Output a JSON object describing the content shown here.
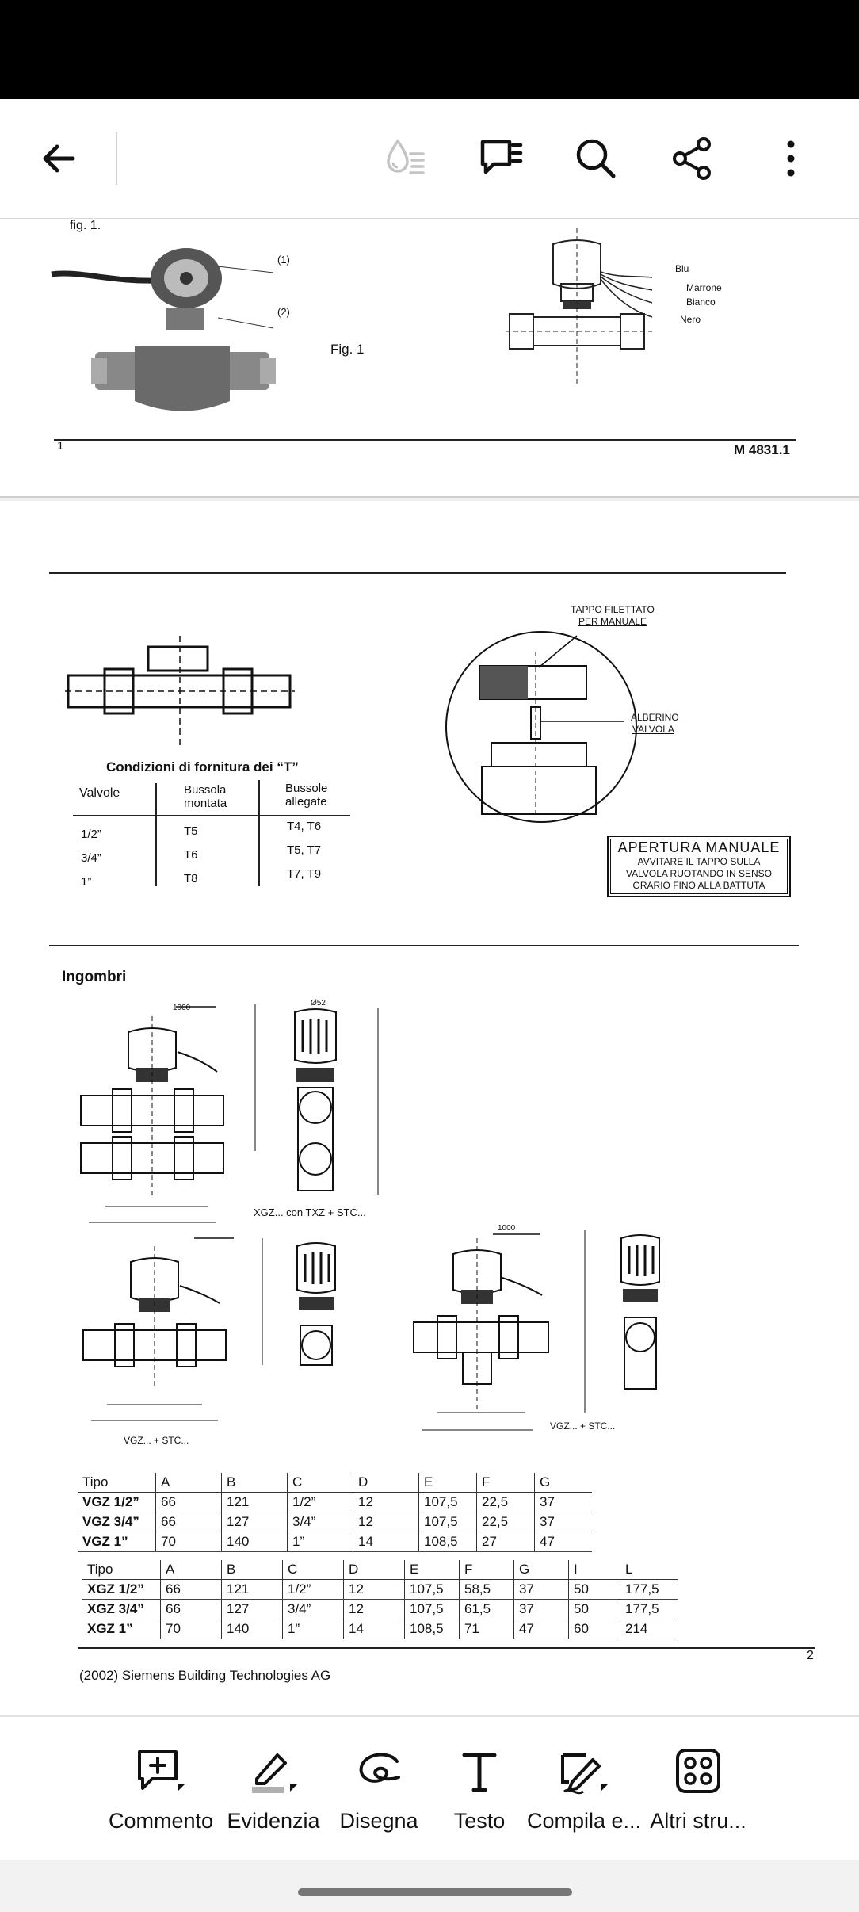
{
  "toolbar": {
    "icons": [
      "back-arrow-icon",
      "reading-mode-icon",
      "comments-icon",
      "search-icon",
      "share-icon",
      "more-options-icon"
    ]
  },
  "page1": {
    "fig_label_top": "fig. 1.",
    "callout_1": "(1)",
    "callout_2": "(2)",
    "fig_caption": "Fig. 1",
    "wire_blu": "Blu",
    "wire_marrone": "Marrone",
    "wire_bianco": "Bianco",
    "wire_nero": "Nero",
    "page_number": "1",
    "doc_code": "M 4831.1"
  },
  "page2": {
    "supply_title": "Condizioni di fornitura dei “T”",
    "supply_headers": [
      "Valvole",
      "Bussola montata",
      "Bussole allegate"
    ],
    "supply_rows": [
      [
        "1/2”",
        "T5",
        "T4, T6"
      ],
      [
        "3/4”",
        "T6",
        "T5, T7"
      ],
      [
        "1”",
        "T8",
        "T7, T9"
      ]
    ],
    "cap_label_1": "TAPPO FILETTATO",
    "cap_label_2": "PER MANUALE",
    "shaft_label_1": "ALBERINO",
    "shaft_label_2": "VALVOLA",
    "manual_title": "APERTURA MANUALE",
    "manual_line1": "AVVITARE IL TAPPO SULLA",
    "manual_line2": "VALVOLA RUOTANDO IN SENSO",
    "manual_line3": "ORARIO FINO ALLA BATTUTA",
    "ingombri_title": "Ingombri",
    "dim_1000": "1000",
    "dim_52": "Ø52",
    "caption_xgz": "XGZ... con TXZ + STC...",
    "caption_vgz": "VGZ... + STC...",
    "caption_vgz2": "VGZ... + STC...",
    "vgz_headers": [
      "Tipo",
      "A",
      "B",
      "C",
      "D",
      "E",
      "F",
      "G"
    ],
    "vgz_rows": [
      [
        "VGZ 1/2”",
        "66",
        "121",
        "1/2”",
        "12",
        "107,5",
        "22,5",
        "37"
      ],
      [
        "VGZ 3/4”",
        "66",
        "127",
        "3/4”",
        "12",
        "107,5",
        "22,5",
        "37"
      ],
      [
        "VGZ 1”",
        "70",
        "140",
        "1”",
        "14",
        "108,5",
        "27",
        "47"
      ]
    ],
    "xgz_headers": [
      "Tipo",
      "A",
      "B",
      "C",
      "D",
      "E",
      "F",
      "G",
      "I",
      "L"
    ],
    "xgz_rows": [
      [
        "XGZ 1/2”",
        "66",
        "121",
        "1/2”",
        "12",
        "107,5",
        "58,5",
        "37",
        "50",
        "177,5"
      ],
      [
        "XGZ 3/4”",
        "66",
        "127",
        "3/4”",
        "12",
        "107,5",
        "61,5",
        "37",
        "50",
        "177,5"
      ],
      [
        "XGZ 1”",
        "70",
        "140",
        "1”",
        "14",
        "108,5",
        "71",
        "47",
        "60",
        "214"
      ]
    ],
    "page_number": "2",
    "footer": "(2002) Siemens Building Technologies AG"
  },
  "bottom_tools": [
    {
      "label": "Commento",
      "icon": "comment-icon"
    },
    {
      "label": "Evidenzia",
      "icon": "highlight-icon"
    },
    {
      "label": "Disegna",
      "icon": "draw-icon"
    },
    {
      "label": "Testo",
      "icon": "text-icon"
    },
    {
      "label": "Compila e...",
      "icon": "fill-sign-icon"
    },
    {
      "label": "Altri stru...",
      "icon": "more-tools-icon"
    }
  ]
}
